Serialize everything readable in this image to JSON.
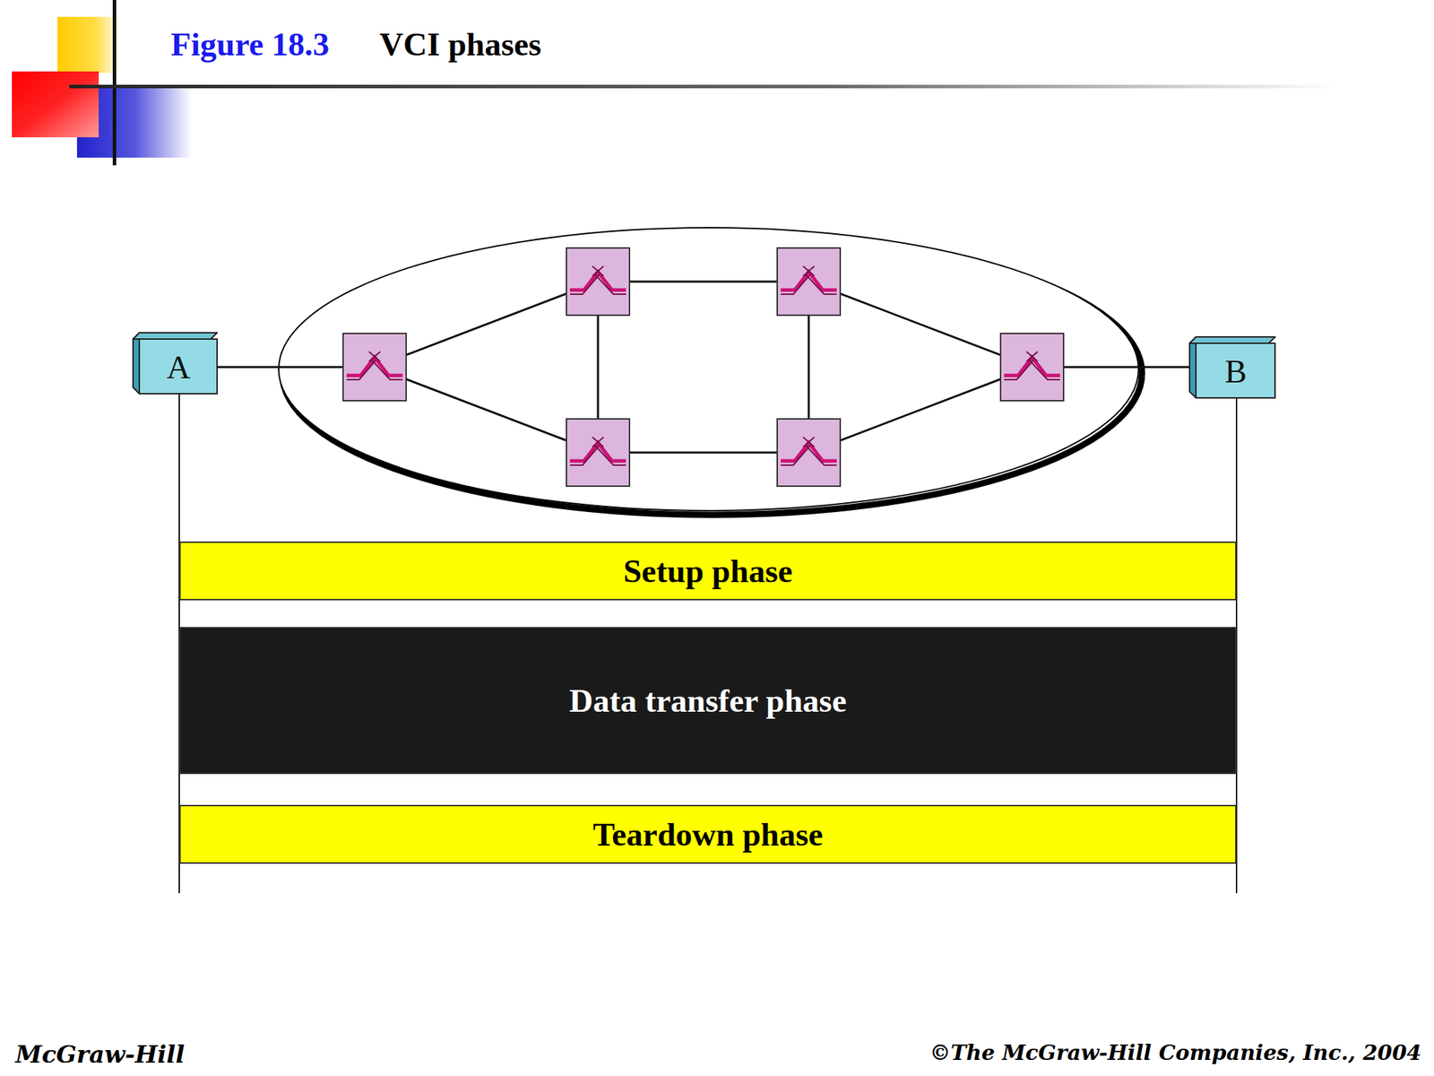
{
  "diagram": {
    "title": "VCI phases",
    "nodes": [
      {
        "text": [
          "A"
        ]
      },
      {
        "text": [
          "B"
        ]
      },
      {
        "text": [
          "Setup phase"
        ]
      },
      {
        "text": [
          "Data transfer phase"
        ]
      },
      {
        "text": [
          "Teardown phase"
        ]
      }
    ],
    "labels": [
      "Figure 18.3",
      "McGraw-Hill",
      "©The McGraw-Hill Companies, Inc., 2004"
    ]
  }
}
